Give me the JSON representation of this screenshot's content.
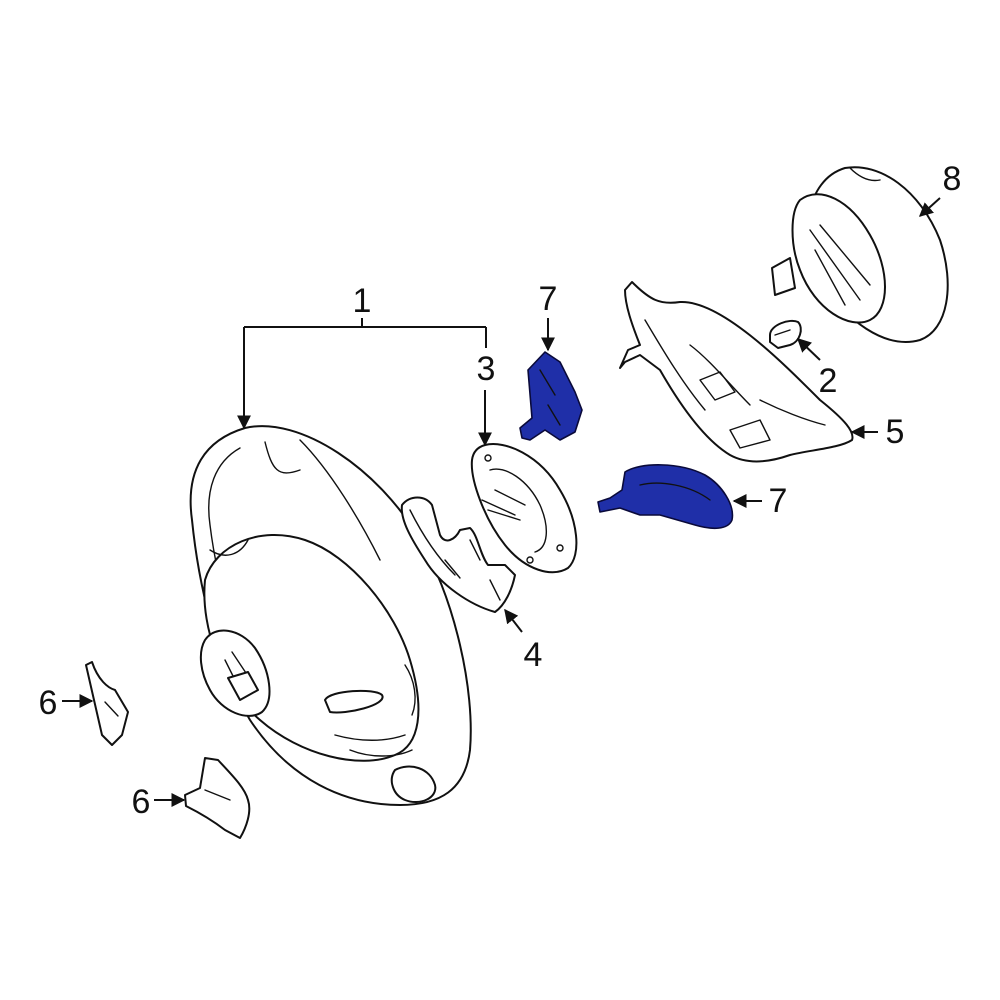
{
  "colors": {
    "highlight": "#1f2fa8",
    "line": "#111111",
    "background": "#ffffff"
  },
  "callouts": [
    {
      "id": "c1",
      "label": "1"
    },
    {
      "id": "c2",
      "label": "2"
    },
    {
      "id": "c3",
      "label": "3"
    },
    {
      "id": "c4",
      "label": "4"
    },
    {
      "id": "c5",
      "label": "5"
    },
    {
      "id": "c6a",
      "label": "6"
    },
    {
      "id": "c6b",
      "label": "6"
    },
    {
      "id": "c7a",
      "label": "7"
    },
    {
      "id": "c7b",
      "label": "7"
    },
    {
      "id": "c8",
      "label": "8"
    }
  ]
}
